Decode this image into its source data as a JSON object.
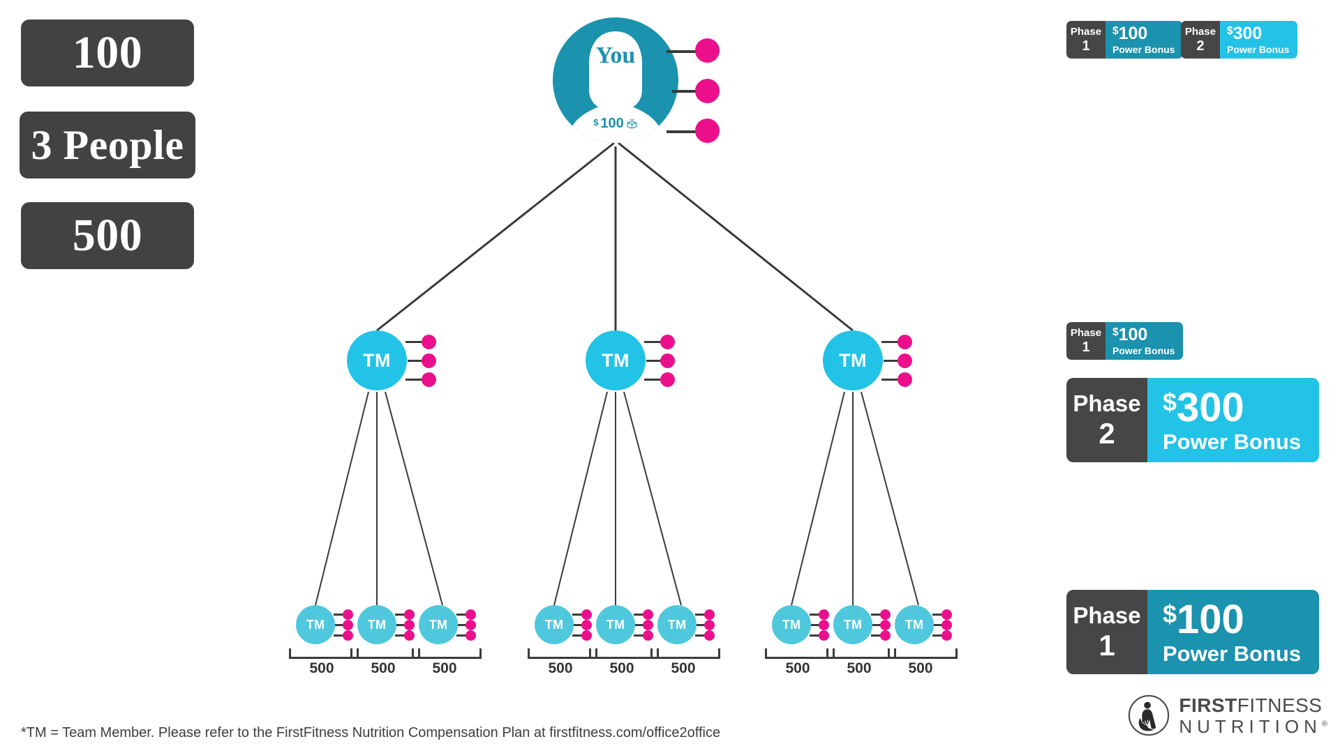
{
  "left_chips": [
    {
      "label": "100"
    },
    {
      "label": "3 People"
    },
    {
      "label": "500"
    }
  ],
  "tree": {
    "root": {
      "name": "You",
      "amount": "100",
      "currency": "$",
      "dots": 3,
      "color": "#1b92ae"
    },
    "level2": [
      {
        "label": "TM",
        "dots": 3
      },
      {
        "label": "TM",
        "dots": 3
      },
      {
        "label": "TM",
        "dots": 3
      }
    ],
    "level2_color": "#22c3e6",
    "level3": [
      {
        "label": "TM",
        "dots": 3,
        "volume": "500"
      },
      {
        "label": "TM",
        "dots": 3,
        "volume": "500"
      },
      {
        "label": "TM",
        "dots": 3,
        "volume": "500"
      },
      {
        "label": "TM",
        "dots": 3,
        "volume": "500"
      },
      {
        "label": "TM",
        "dots": 3,
        "volume": "500"
      },
      {
        "label": "TM",
        "dots": 3,
        "volume": "500"
      },
      {
        "label": "TM",
        "dots": 3,
        "volume": "500"
      },
      {
        "label": "TM",
        "dots": 3,
        "volume": "500"
      },
      {
        "label": "TM",
        "dots": 3,
        "volume": "500"
      }
    ],
    "level3_color": "#4fc8dd",
    "dot_color": "#ec0f8c",
    "line_color": "#3a3a3a"
  },
  "badges": {
    "top_phase1": {
      "phase_word": "Phase",
      "phase_num": "1",
      "currency": "$",
      "amount": "100",
      "sub": "Power Bonus",
      "accent": "#1b92ae"
    },
    "top_phase2": {
      "phase_word": "Phase",
      "phase_num": "2",
      "currency": "$",
      "amount": "300",
      "sub": "Power Bonus",
      "accent": "#22c3e6"
    },
    "mid_phase1": {
      "phase_word": "Phase",
      "phase_num": "1",
      "currency": "$",
      "amount": "100",
      "sub": "Power Bonus",
      "accent": "#1b92ae"
    },
    "mid_phase2": {
      "phase_word": "Phase",
      "phase_num": "2",
      "currency": "$",
      "amount": "300",
      "sub": "Power Bonus",
      "accent": "#22c3e6"
    },
    "bottom_phase1": {
      "phase_word": "Phase",
      "phase_num": "1",
      "currency": "$",
      "amount": "100",
      "sub": "Power Bonus",
      "accent": "#1b92ae"
    }
  },
  "footnote": "*TM = Team Member. Please refer to the FirstFitness Nutrition Compensation Plan at firstfitness.com/office2office",
  "logo": {
    "line1_bold": "FIRST",
    "line1_light": "FITNESS",
    "line2": "NUTRITION",
    "registered": "®"
  }
}
